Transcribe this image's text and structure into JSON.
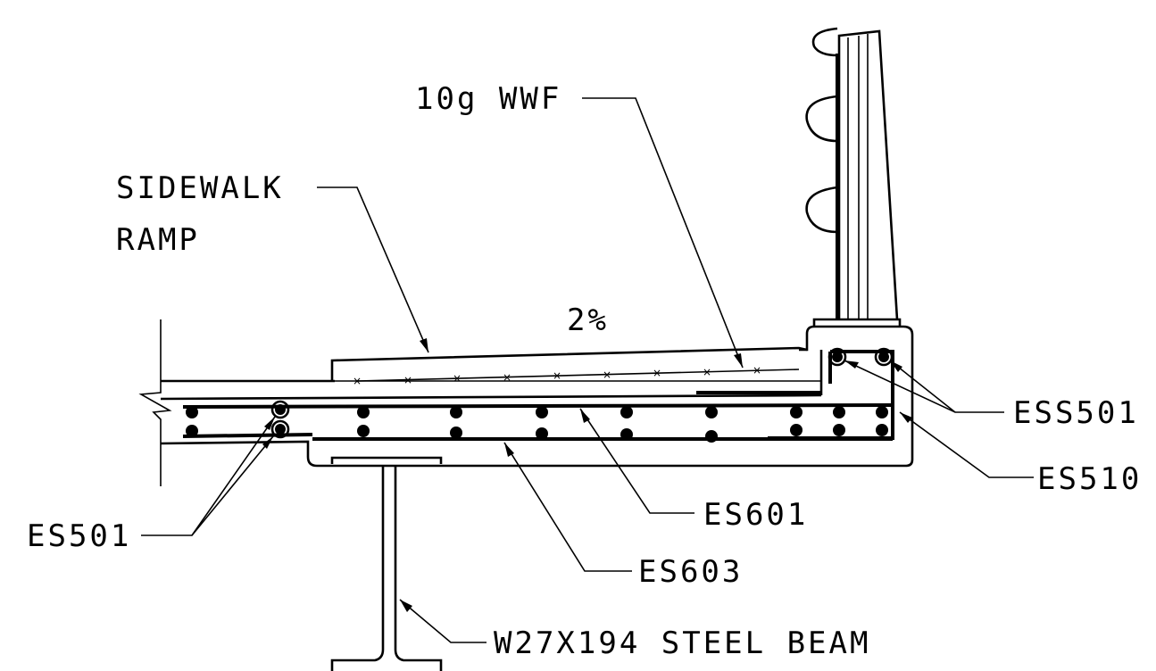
{
  "labels": {
    "wwf": "10g WWF",
    "sidewalk_line1": "SIDEWALK",
    "sidewalk_line2": "RAMP",
    "slope": "2%",
    "ess501": "ESS501",
    "es510": "ES510",
    "es501": "ES501",
    "es601": "ES601",
    "es603": "ES603",
    "beam": "W27X194 STEEL BEAM"
  }
}
